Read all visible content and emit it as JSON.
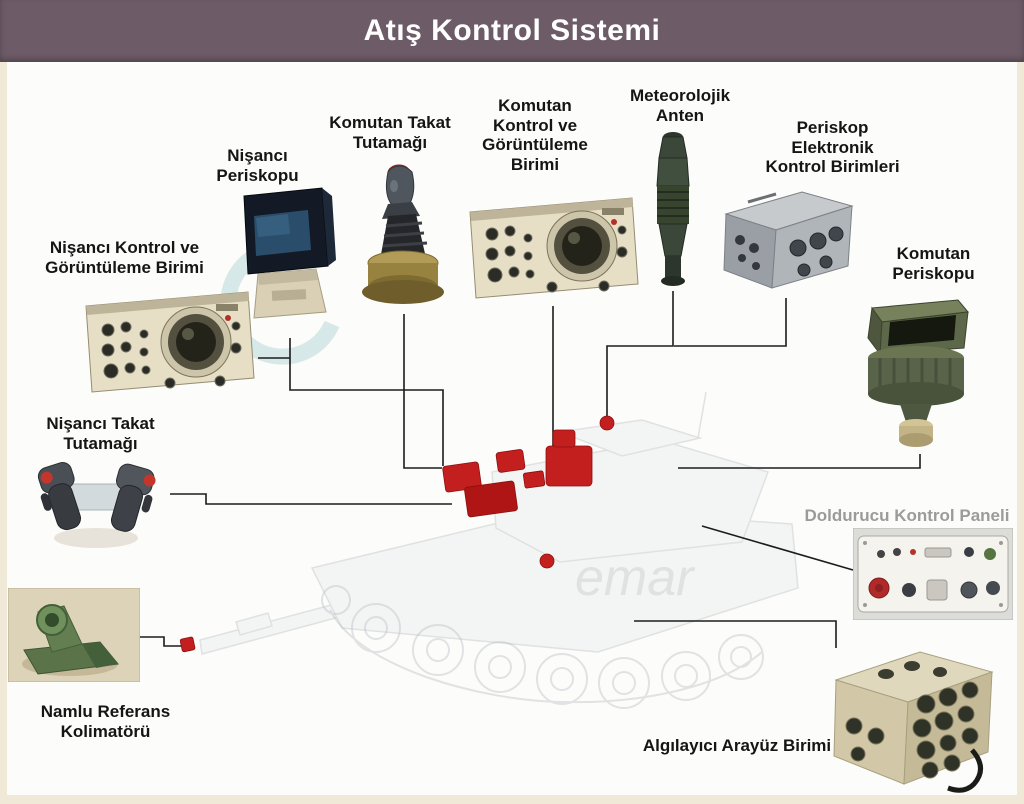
{
  "title": "Atış Kontrol Sistemi",
  "watermark": {
    "text": "emar"
  },
  "colors": {
    "title_bar": "#6d5c67",
    "label_text": "#151515",
    "loader_label_text": "#9b9b9b",
    "accent_red": "#c41f1f",
    "page_frame": "#f0e9d7"
  },
  "components": {
    "gunner_periscope": {
      "label": "Nişancı\nPeriskopu"
    },
    "commander_grip": {
      "label": "Komutan Takat\nTutamağı"
    },
    "commander_display": {
      "label": "Komutan\nKontrol ve\nGörüntüleme\nBirimi"
    },
    "meteo_antenna": {
      "label": "Meteorolojik\nAnten"
    },
    "periscope_ecu": {
      "label": "Periskop\nElektronik\nKontrol Birimleri"
    },
    "commander_periscope": {
      "label": "Komutan\nPeriskopu"
    },
    "gunner_display": {
      "label": "Nişancı Kontrol ve\nGörüntüleme Birimi"
    },
    "gunner_grip": {
      "label": "Nişancı Takat\nTutamağı"
    },
    "loader_panel": {
      "label": "Doldurucu Kontrol Paneli"
    },
    "barrel_collimator": {
      "label": "Namlu Referans\nKolimatörü"
    },
    "sensor_interface": {
      "label": "Algılayıcı Arayüz Birimi"
    }
  }
}
